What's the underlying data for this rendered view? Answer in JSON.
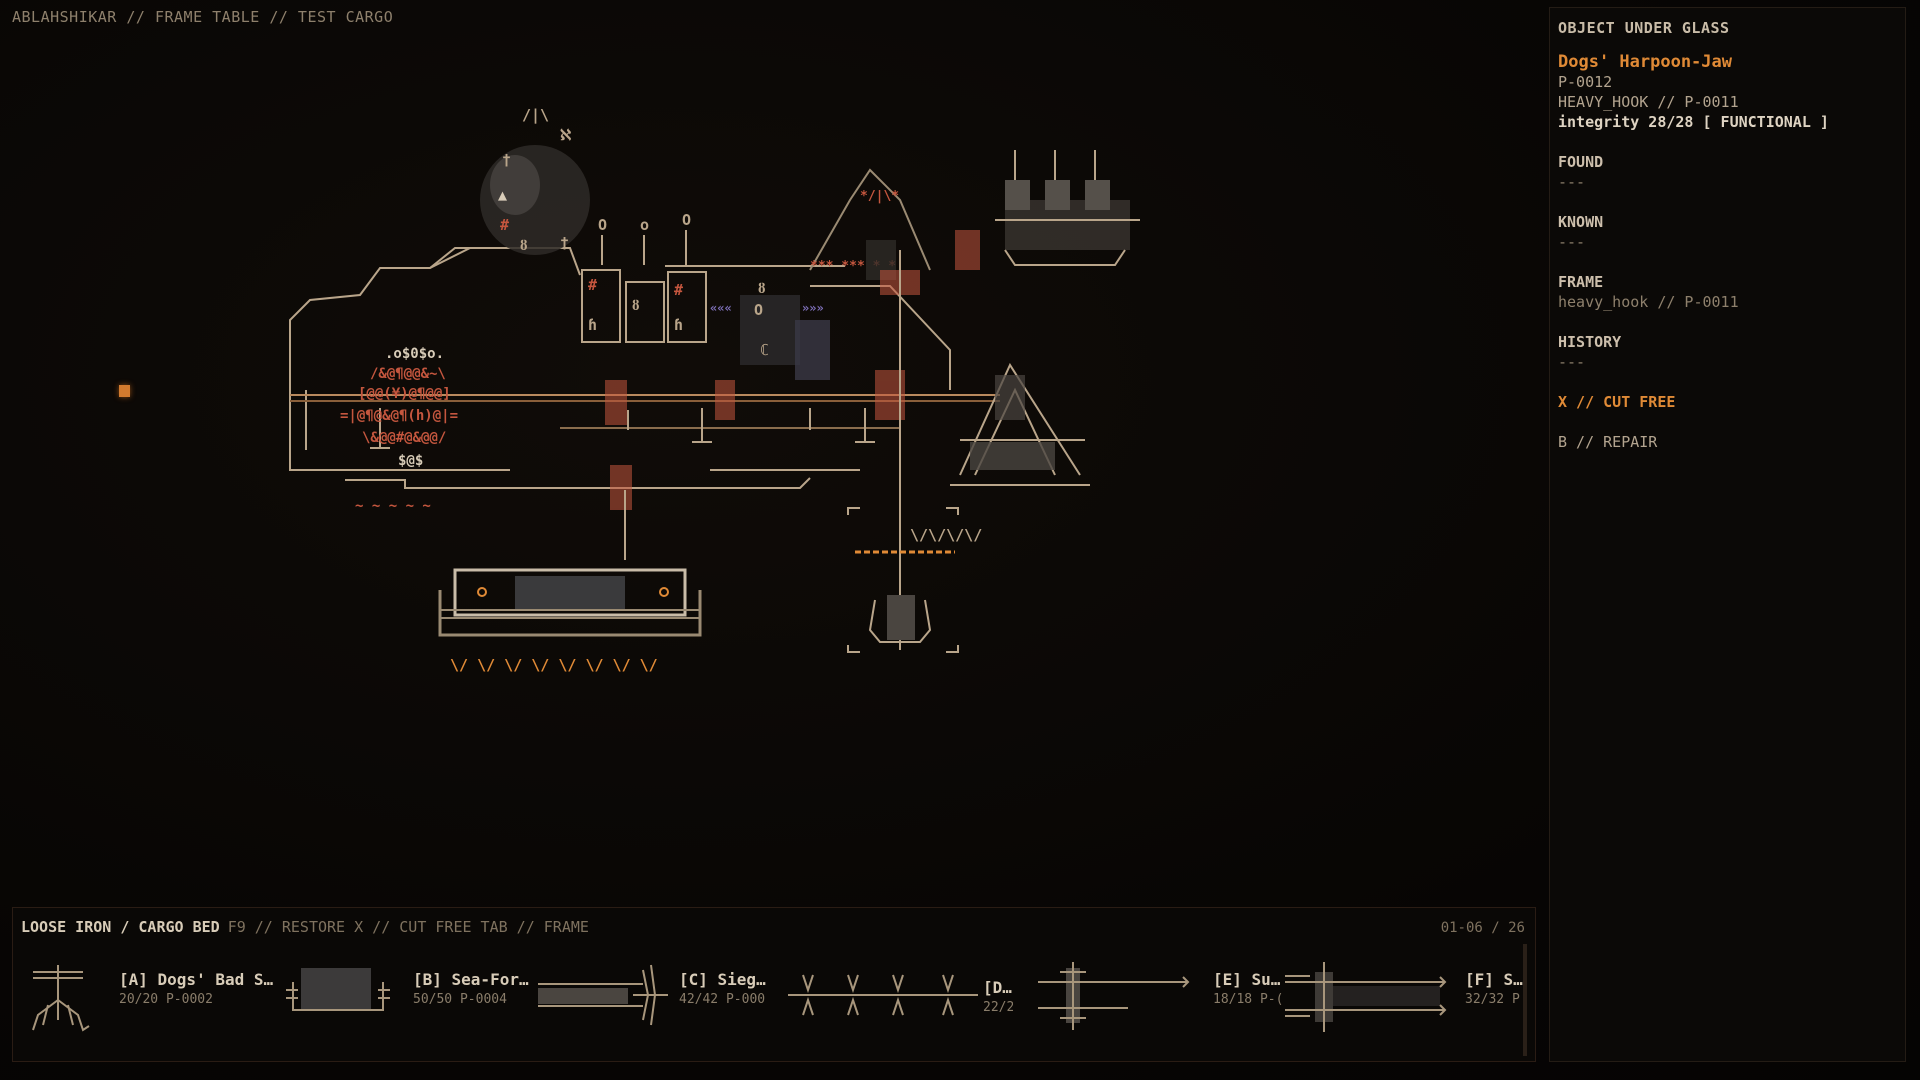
{
  "crumb": "ABLAHSHIKAR // FRAME TABLE // TEST CARGO",
  "colors": {
    "accent": "#e08a36",
    "frame": "#b9a58a",
    "rust": "#c4563e",
    "panel": "#0b0907"
  },
  "scene": {
    "glyphs": {
      "dagger": "†",
      "aleph": "ℵ",
      "o": "o",
      "O": "O",
      "ring": "ȣ",
      "eta": "ɦ",
      "moon": "ℂ",
      "hash": "#",
      "stars": "*** *** * *",
      "mouth1": ".o$0$o.",
      "mouth2": "/&@¶@@&~\\",
      "mouth3": "[@@(¥)@¶@@]",
      "mouth4": "=|@¶@&@¶(h)@|=",
      "mouth5": "\\&@@#@&@@/",
      "mouth6": "$@$",
      "waves": "~  ~   ~  ~  ~",
      "teeth": "\\/ \\/ \\/ \\/ \\/ \\/ \\/ \\/",
      "claw": "\\/\\/\\/\\/",
      "arrows_l": "«««",
      "arrows_r": "»»»"
    }
  },
  "inspector": {
    "header": "OBJECT UNDER GLASS",
    "name": "Dogs' Harpoon-Jaw",
    "id": "P-0012",
    "frame_ref": "HEAVY_HOOK // P-0011",
    "integrity": "integrity 28/28 [ FUNCTIONAL ]",
    "found_label": "FOUND",
    "found_value": "---",
    "known_label": "KNOWN",
    "known_value": "---",
    "frame_label": "FRAME",
    "frame_value": "heavy_hook // P-0011",
    "history_label": "HISTORY",
    "history_value": "---",
    "action_cut": "X // CUT FREE",
    "action_repair": "B // REPAIR"
  },
  "cargo": {
    "title": "LOOSE IRON / CARGO BED",
    "keys": "F9 // RESTORE  X // CUT FREE  TAB // FRAME",
    "page": "01-06 / 26",
    "items": [
      {
        "label": "[A] Dogs' Bad S…",
        "sub": "20/20 P-0002",
        "icon": "hook-icon"
      },
      {
        "label": "[B] Sea-For…",
        "sub": "50/50 P-0004",
        "icon": "hull-icon"
      },
      {
        "label": "[C] Sieg…",
        "sub": "42/42 P-000",
        "icon": "ram-icon"
      },
      {
        "label": "[D…",
        "sub": "22/2",
        "icon": "spike-rail-icon"
      },
      {
        "label": "[E] Su…",
        "sub": "18/18 P-(",
        "icon": "lance-icon"
      },
      {
        "label": "[F] S…",
        "sub": "32/32 P",
        "icon": "twin-lance-icon"
      }
    ]
  }
}
